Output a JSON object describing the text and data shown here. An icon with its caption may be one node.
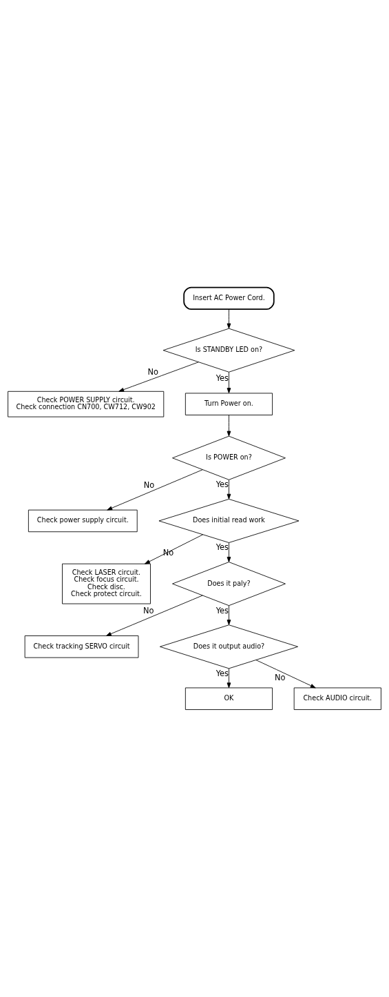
{
  "diagram": {
    "nodes": [
      {
        "text": [
          "Insert AC Power Cord."
        ]
      },
      {
        "text": [
          "Is STANDBY LED on?"
        ]
      },
      {
        "text": [
          "Check POWER SUPPLY circuit.",
          "Check connection CN700, CW712, CW902"
        ]
      },
      {
        "text": [
          "Turn Power on."
        ]
      },
      {
        "text": [
          "Is POWER on?"
        ]
      },
      {
        "text": [
          "Check power supply circuit."
        ]
      },
      {
        "text": [
          "Does initial read work"
        ]
      },
      {
        "text": [
          "Check LASER circuit.",
          "Check focus circuit.",
          "Check disc.",
          "Check protect circuit."
        ]
      },
      {
        "text": [
          "Does it paly?"
        ]
      },
      {
        "text": [
          "Check tracking SERVO circuit"
        ]
      },
      {
        "text": [
          "Does it output audio?"
        ]
      },
      {
        "text": [
          "OK"
        ]
      },
      {
        "text": [
          "Check AUDIO circuit."
        ]
      }
    ],
    "edges": [
      {
        "from": 0,
        "to": 1,
        "arrow": "to"
      },
      {
        "from": 1,
        "to": 2,
        "arrow": "to",
        "label": "No"
      },
      {
        "from": 1,
        "to": 3,
        "arrow": "to",
        "label": "Yes"
      },
      {
        "from": 3,
        "to": 4,
        "arrow": "to"
      },
      {
        "from": 4,
        "to": 5,
        "arrow": "to",
        "label": "No"
      },
      {
        "from": 4,
        "to": 6,
        "arrow": "to",
        "label": "Yes"
      },
      {
        "from": 6,
        "to": 7,
        "arrow": "to",
        "label": "No"
      },
      {
        "from": 6,
        "to": 8,
        "arrow": "to",
        "label": "Yes"
      },
      {
        "from": 8,
        "to": 9,
        "arrow": "to",
        "label": "No"
      },
      {
        "from": 8,
        "to": 10,
        "arrow": "to",
        "label": "Yes"
      },
      {
        "from": 10,
        "to": 12,
        "arrow": "to",
        "label": "No"
      },
      {
        "from": 10,
        "to": 11,
        "arrow": "to",
        "label": "Yes"
      }
    ]
  }
}
